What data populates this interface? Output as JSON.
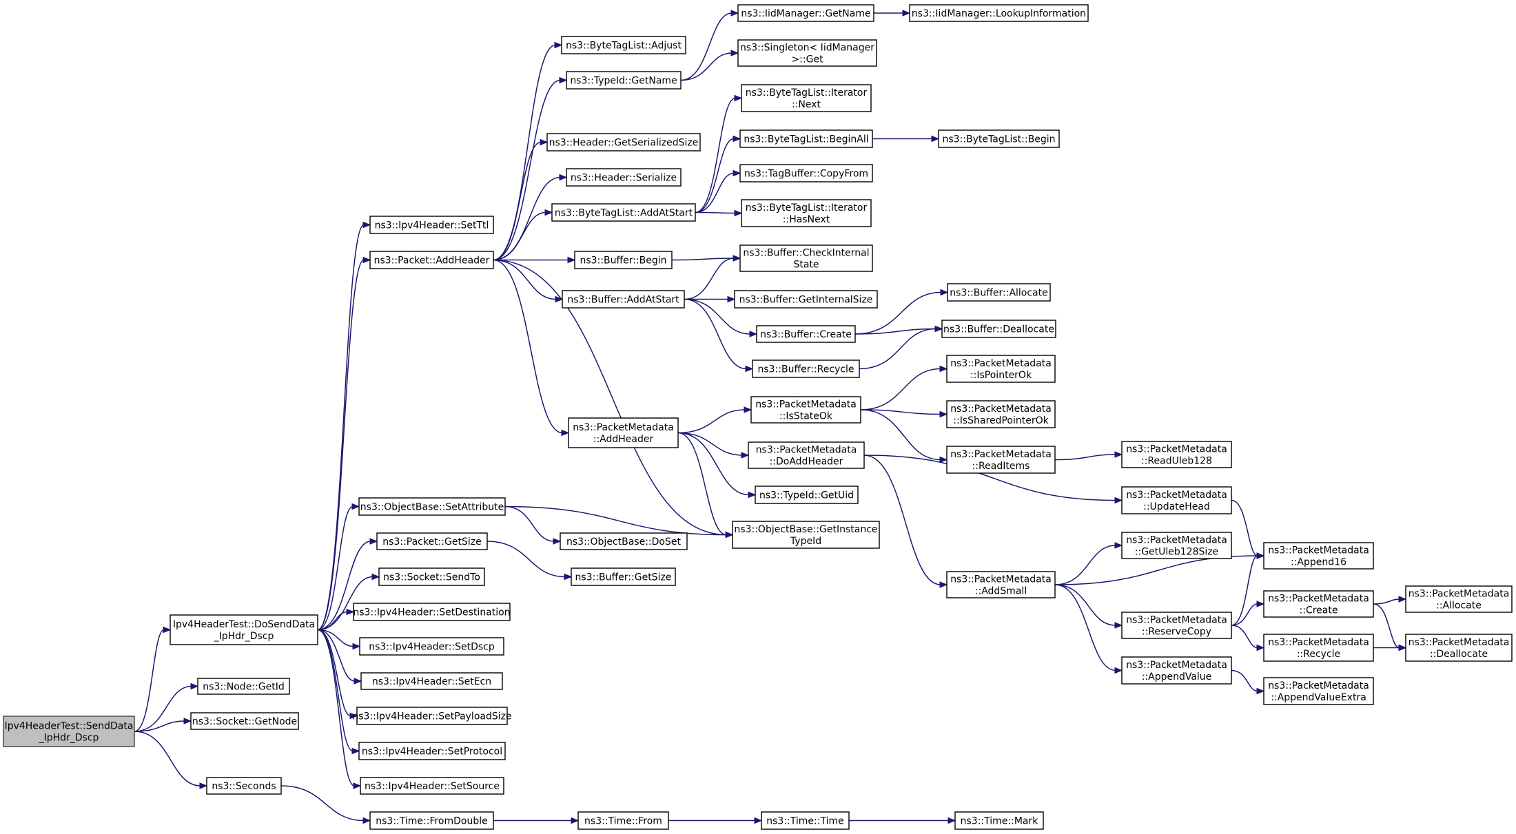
{
  "diagram": {
    "nodes": [
      {
        "id": "root",
        "lines": [
          "Ipv4HeaderTest::SendData",
          "_IpHdr_Dscp"
        ],
        "root": true
      },
      {
        "id": "doSend",
        "lines": [
          "Ipv4HeaderTest::DoSendData",
          "_IpHdr_Dscp"
        ]
      },
      {
        "id": "nodeGetId",
        "lines": [
          "ns3::Node::GetId"
        ]
      },
      {
        "id": "sockGetNode",
        "lines": [
          "ns3::Socket::GetNode"
        ]
      },
      {
        "id": "seconds",
        "lines": [
          "ns3::Seconds"
        ]
      },
      {
        "id": "setTtl",
        "lines": [
          "ns3::Ipv4Header::SetTtl"
        ]
      },
      {
        "id": "addHeader",
        "lines": [
          "ns3::Packet::AddHeader"
        ]
      },
      {
        "id": "setAttr",
        "lines": [
          "ns3::ObjectBase::SetAttribute"
        ]
      },
      {
        "id": "pktGetSize",
        "lines": [
          "ns3::Packet::GetSize"
        ]
      },
      {
        "id": "sendTo",
        "lines": [
          "ns3::Socket::SendTo"
        ]
      },
      {
        "id": "setDest",
        "lines": [
          "ns3::Ipv4Header::SetDestination"
        ]
      },
      {
        "id": "setDscp",
        "lines": [
          "ns3::Ipv4Header::SetDscp"
        ]
      },
      {
        "id": "setEcn",
        "lines": [
          "ns3::Ipv4Header::SetEcn"
        ]
      },
      {
        "id": "setPayload",
        "lines": [
          "ns3::Ipv4Header::SetPayloadSize"
        ]
      },
      {
        "id": "setProto",
        "lines": [
          "ns3::Ipv4Header::SetProtocol"
        ]
      },
      {
        "id": "setSource",
        "lines": [
          "ns3::Ipv4Header::SetSource"
        ]
      },
      {
        "id": "fromDouble",
        "lines": [
          "ns3::Time::FromDouble"
        ]
      },
      {
        "id": "btlAdjust",
        "lines": [
          "ns3::ByteTagList::Adjust"
        ]
      },
      {
        "id": "typeIdGetName",
        "lines": [
          "ns3::TypeId::GetName"
        ]
      },
      {
        "id": "hdrSerSize",
        "lines": [
          "ns3::Header::GetSerializedSize"
        ]
      },
      {
        "id": "hdrSerialize",
        "lines": [
          "ns3::Header::Serialize"
        ]
      },
      {
        "id": "btlAddAtStart",
        "lines": [
          "ns3::ByteTagList::AddAtStart"
        ]
      },
      {
        "id": "bufBegin",
        "lines": [
          "ns3::Buffer::Begin"
        ]
      },
      {
        "id": "bufAddAtStart",
        "lines": [
          "ns3::Buffer::AddAtStart"
        ]
      },
      {
        "id": "pmAddHeader",
        "lines": [
          "ns3::PacketMetadata",
          "::AddHeader"
        ]
      },
      {
        "id": "obDoSet",
        "lines": [
          "ns3::ObjectBase::DoSet"
        ]
      },
      {
        "id": "bufGetSize",
        "lines": [
          "ns3::Buffer::GetSize"
        ]
      },
      {
        "id": "timeFrom",
        "lines": [
          "ns3::Time::From"
        ]
      },
      {
        "id": "iidGetName",
        "lines": [
          "ns3::IidManager::GetName"
        ]
      },
      {
        "id": "singletonGet",
        "lines": [
          "ns3::Singleton< IidManager",
          ">::Get"
        ]
      },
      {
        "id": "btlIterNext",
        "lines": [
          "ns3::ByteTagList::Iterator",
          "::Next"
        ]
      },
      {
        "id": "btlBeginAll",
        "lines": [
          "ns3::ByteTagList::BeginAll"
        ]
      },
      {
        "id": "tagBufCopy",
        "lines": [
          "ns3::TagBuffer::CopyFrom"
        ]
      },
      {
        "id": "btlIterHasNext",
        "lines": [
          "ns3::ByteTagList::Iterator",
          "::HasNext"
        ]
      },
      {
        "id": "bufCheck",
        "lines": [
          "ns3::Buffer::CheckInternal",
          "State"
        ]
      },
      {
        "id": "bufGetIntSize",
        "lines": [
          "ns3::Buffer::GetInternalSize"
        ]
      },
      {
        "id": "bufCreate",
        "lines": [
          "ns3::Buffer::Create"
        ]
      },
      {
        "id": "bufRecycle",
        "lines": [
          "ns3::Buffer::Recycle"
        ]
      },
      {
        "id": "pmIsStateOk",
        "lines": [
          "ns3::PacketMetadata",
          "::IsStateOk"
        ]
      },
      {
        "id": "pmDoAddHeader",
        "lines": [
          "ns3::PacketMetadata",
          "::DoAddHeader"
        ]
      },
      {
        "id": "typeIdGetUid",
        "lines": [
          "ns3::TypeId::GetUid"
        ]
      },
      {
        "id": "obGetInst",
        "lines": [
          "ns3::ObjectBase::GetInstance",
          "TypeId"
        ]
      },
      {
        "id": "timeTime",
        "lines": [
          "ns3::Time::Time"
        ]
      },
      {
        "id": "iidLookup",
        "lines": [
          "ns3::IidManager::LookupInformation"
        ]
      },
      {
        "id": "btlBegin",
        "lines": [
          "ns3::ByteTagList::Begin"
        ]
      },
      {
        "id": "bufAllocate",
        "lines": [
          "ns3::Buffer::Allocate"
        ]
      },
      {
        "id": "bufDealloc",
        "lines": [
          "ns3::Buffer::Deallocate"
        ]
      },
      {
        "id": "pmIsPtrOk",
        "lines": [
          "ns3::PacketMetadata",
          "::IsPointerOk"
        ]
      },
      {
        "id": "pmIsShared",
        "lines": [
          "ns3::PacketMetadata",
          "::IsSharedPointerOk"
        ]
      },
      {
        "id": "pmReadItems",
        "lines": [
          "ns3::PacketMetadata",
          "::ReadItems"
        ]
      },
      {
        "id": "pmAddSmall",
        "lines": [
          "ns3::PacketMetadata",
          "::AddSmall"
        ]
      },
      {
        "id": "timeMark",
        "lines": [
          "ns3::Time::Mark"
        ]
      },
      {
        "id": "pmReadUleb",
        "lines": [
          "ns3::PacketMetadata",
          "::ReadUleb128"
        ]
      },
      {
        "id": "pmUpdateHead",
        "lines": [
          "ns3::PacketMetadata",
          "::UpdateHead"
        ]
      },
      {
        "id": "pmGetUlebSize",
        "lines": [
          "ns3::PacketMetadata",
          "::GetUleb128Size"
        ]
      },
      {
        "id": "pmReserveCopy",
        "lines": [
          "ns3::PacketMetadata",
          "::ReserveCopy"
        ]
      },
      {
        "id": "pmAppendValue",
        "lines": [
          "ns3::PacketMetadata",
          "::AppendValue"
        ]
      },
      {
        "id": "pmAppend16",
        "lines": [
          "ns3::PacketMetadata",
          "::Append16"
        ]
      },
      {
        "id": "pmCreate",
        "lines": [
          "ns3::PacketMetadata",
          "::Create"
        ]
      },
      {
        "id": "pmRecycle",
        "lines": [
          "ns3::PacketMetadata",
          "::Recycle"
        ]
      },
      {
        "id": "pmAppendValueExtra",
        "lines": [
          "ns3::PacketMetadata",
          "::AppendValueExtra"
        ]
      },
      {
        "id": "pmAllocate",
        "lines": [
          "ns3::PacketMetadata",
          "::Allocate"
        ]
      },
      {
        "id": "pmDealloc",
        "lines": [
          "ns3::PacketMetadata",
          "::Deallocate"
        ]
      }
    ],
    "edges": [
      [
        "root",
        "doSend"
      ],
      [
        "root",
        "nodeGetId"
      ],
      [
        "root",
        "sockGetNode"
      ],
      [
        "root",
        "seconds"
      ],
      [
        "doSend",
        "setTtl"
      ],
      [
        "doSend",
        "addHeader"
      ],
      [
        "doSend",
        "setAttr"
      ],
      [
        "doSend",
        "pktGetSize"
      ],
      [
        "doSend",
        "sendTo"
      ],
      [
        "doSend",
        "setDest"
      ],
      [
        "doSend",
        "setDscp"
      ],
      [
        "doSend",
        "setEcn"
      ],
      [
        "doSend",
        "setPayload"
      ],
      [
        "doSend",
        "setProto"
      ],
      [
        "doSend",
        "setSource"
      ],
      [
        "seconds",
        "fromDouble"
      ],
      [
        "addHeader",
        "btlAdjust"
      ],
      [
        "addHeader",
        "typeIdGetName"
      ],
      [
        "addHeader",
        "hdrSerSize"
      ],
      [
        "addHeader",
        "hdrSerialize"
      ],
      [
        "addHeader",
        "btlAddAtStart"
      ],
      [
        "addHeader",
        "bufBegin"
      ],
      [
        "addHeader",
        "bufAddAtStart"
      ],
      [
        "addHeader",
        "pmAddHeader"
      ],
      [
        "addHeader",
        "obGetInst"
      ],
      [
        "setAttr",
        "obDoSet"
      ],
      [
        "setAttr",
        "obGetInst"
      ],
      [
        "pktGetSize",
        "bufGetSize"
      ],
      [
        "fromDouble",
        "timeFrom"
      ],
      [
        "typeIdGetName",
        "iidGetName"
      ],
      [
        "typeIdGetName",
        "singletonGet"
      ],
      [
        "iidGetName",
        "iidLookup"
      ],
      [
        "btlAddAtStart",
        "btlIterNext"
      ],
      [
        "btlAddAtStart",
        "btlBeginAll"
      ],
      [
        "btlAddAtStart",
        "tagBufCopy"
      ],
      [
        "btlAddAtStart",
        "btlIterHasNext"
      ],
      [
        "btlBeginAll",
        "btlBegin"
      ],
      [
        "bufBegin",
        "bufCheck"
      ],
      [
        "bufAddAtStart",
        "bufCheck"
      ],
      [
        "bufAddAtStart",
        "bufGetIntSize"
      ],
      [
        "bufAddAtStart",
        "bufCreate"
      ],
      [
        "bufAddAtStart",
        "bufRecycle"
      ],
      [
        "bufCreate",
        "bufAllocate"
      ],
      [
        "bufCreate",
        "bufDealloc"
      ],
      [
        "bufRecycle",
        "bufDealloc"
      ],
      [
        "pmAddHeader",
        "pmIsStateOk"
      ],
      [
        "pmAddHeader",
        "pmDoAddHeader"
      ],
      [
        "pmAddHeader",
        "typeIdGetUid"
      ],
      [
        "pmAddHeader",
        "obGetInst"
      ],
      [
        "pmIsStateOk",
        "pmIsPtrOk"
      ],
      [
        "pmIsStateOk",
        "pmIsShared"
      ],
      [
        "pmIsStateOk",
        "pmReadItems"
      ],
      [
        "pmReadItems",
        "pmReadUleb"
      ],
      [
        "pmDoAddHeader",
        "pmUpdateHead"
      ],
      [
        "pmDoAddHeader",
        "pmAddSmall"
      ],
      [
        "pmUpdateHead",
        "pmAppend16"
      ],
      [
        "pmAddSmall",
        "pmGetUlebSize"
      ],
      [
        "pmAddSmall",
        "pmAppend16"
      ],
      [
        "pmAddSmall",
        "pmReserveCopy"
      ],
      [
        "pmAddSmall",
        "pmAppendValue"
      ],
      [
        "pmReserveCopy",
        "pmAppend16"
      ],
      [
        "pmReserveCopy",
        "pmCreate"
      ],
      [
        "pmReserveCopy",
        "pmRecycle"
      ],
      [
        "pmAppendValue",
        "pmAppendValueExtra"
      ],
      [
        "pmCreate",
        "pmAllocate"
      ],
      [
        "pmCreate",
        "pmDealloc"
      ],
      [
        "pmRecycle",
        "pmDealloc"
      ],
      [
        "timeFrom",
        "timeTime"
      ],
      [
        "timeTime",
        "timeMark"
      ]
    ]
  }
}
